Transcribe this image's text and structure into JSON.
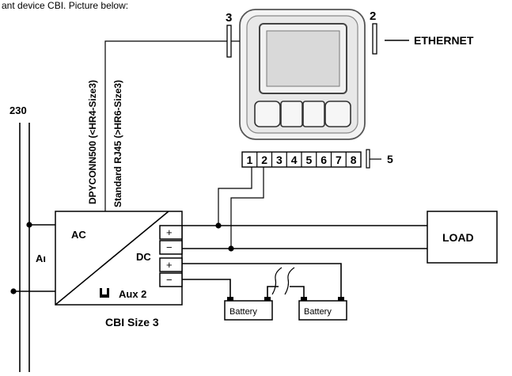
{
  "header_text": "ant device CBI. Picture below:",
  "labels": {
    "port3": "3",
    "port2": "2",
    "ethernet": "ETHERNET",
    "connector_vertical_1": "DPYCONN500 (<HR4-Size3)",
    "connector_vertical_2": "Standard RJ45 (>HR6-Size3)",
    "mains": "230",
    "ac_left": "Aı",
    "ac": "AC",
    "dc": "DC",
    "aux": "Aux 2",
    "cbi_caption": "CBI Size 3",
    "load": "LOAD",
    "battery1": "Battery",
    "battery2": "Battery",
    "terminal_plus_1": "+",
    "terminal_minus_1": "−",
    "terminal_plus_2": "+",
    "terminal_minus_2": "−",
    "terminal_block_ref": "5"
  },
  "terminals": [
    "1",
    "2",
    "3",
    "4",
    "5",
    "6",
    "7",
    "8"
  ]
}
